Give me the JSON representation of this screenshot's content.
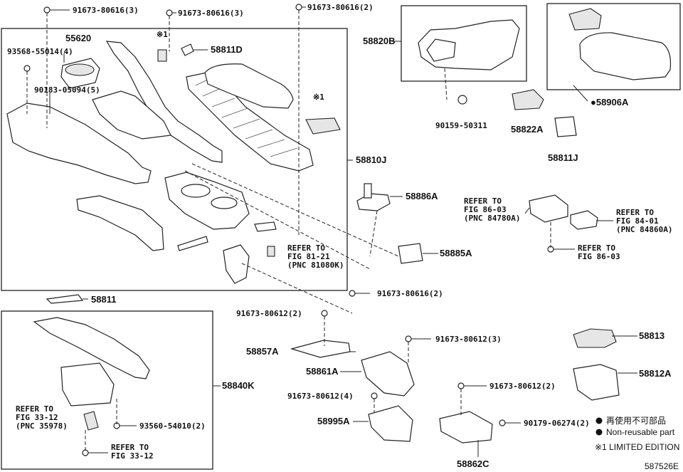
{
  "labels": {
    "p91673_80616_3a": "91673-80616(3)",
    "p91673_80616_3b": "91673-80616(3)",
    "p91673_80616_2a": "91673-80616(2)",
    "p55620": "55620",
    "p93568": "93568-55014(4)",
    "p90183": "90183-05094(5)",
    "mark1a": "※1",
    "p58811D": "58811D",
    "mark1b": "※1",
    "p58810J": "58810J",
    "p58820B": "58820B",
    "p90159": "90159-50311",
    "p58822A": "58822A",
    "p58906A": "●58906A",
    "p58811J": "58811J",
    "p58886A": "58886A",
    "refer_86_03a_1": "REFER TO",
    "refer_86_03a_2": "FIG 86-03",
    "refer_86_03a_3": "(PNC 84780A)",
    "refer_84_01_1": "REFER TO",
    "refer_84_01_2": "FIG 84-01",
    "refer_84_01_3": "(PNC 84860A)",
    "refer_86_03b_1": "REFER TO",
    "refer_86_03b_2": "FIG 86-03",
    "p58885A": "58885A",
    "refer_81_21_1": "REFER TO",
    "refer_81_21_2": "FIG 81-21",
    "refer_81_21_3": "(PNC 81080K)",
    "p58811": "58811",
    "p91673_80616_2b": "91673-80616(2)",
    "p91673_80612_2a": "91673-80612(2)",
    "p58857A": "58857A",
    "p91673_80612_3": "91673-80612(3)",
    "p58861A": "58861A",
    "p58840K": "58840K",
    "p58813": "58813",
    "p58812A": "58812A",
    "p91673_80612_2b": "91673-80612(2)",
    "p91673_80612_4": "91673-80612(4)",
    "p58995A": "58995A",
    "p90179": "90179-06274(2)",
    "refer_33_12a_1": "REFER TO",
    "refer_33_12a_2": "FIG 33-12",
    "refer_33_12a_3": "(PNC 35978)",
    "p93560": "93560-54010(2)",
    "refer_33_12b_1": "REFER TO",
    "refer_33_12b_2": "FIG 33-12",
    "p58862C": "58862C"
  },
  "legend": {
    "reuse_jp": "再使用不可部品",
    "nonreusable": "Non-reusable part",
    "limited": "※1 LIMITED EDITION"
  },
  "figure_id": "587526E"
}
